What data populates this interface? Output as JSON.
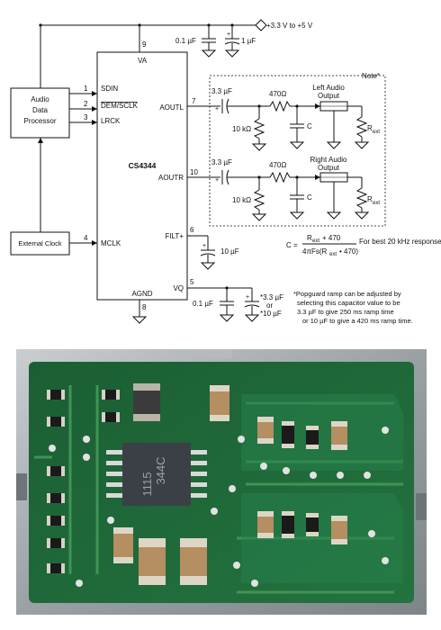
{
  "schematic": {
    "supply": "+3.3 V to +5 V",
    "chip": {
      "name": "CS4344",
      "pins": {
        "va": "VA",
        "sdin": "SDIN",
        "dem_sclk": "DEM/SCLK",
        "lrck": "LRCK",
        "mclk": "MCLK",
        "aoutl": "AOUTL",
        "aoutr": "AOUTR",
        "filt": "FILT+",
        "vq": "VQ",
        "agnd": "AGND"
      },
      "pin_numbers": {
        "sdin": "1",
        "dem_sclk": "2",
        "lrck": "3",
        "mclk": "4",
        "vq": "5",
        "filt": "6",
        "aoutl": "7",
        "agnd": "8",
        "va": "9",
        "aoutr": "10"
      }
    },
    "audio_processor": [
      "Audio",
      "Data",
      "Processor"
    ],
    "external_clock": "External Clock",
    "note": "Note*",
    "left_output": [
      "Left Audio",
      "Output"
    ],
    "right_output": [
      "Right Audio",
      "Output"
    ],
    "components": {
      "c_supply_01": "0.1 µF",
      "c_supply_1": "1 µF",
      "c_out_33": "3.3 µF",
      "r_470": "470Ω",
      "r_10k": "10 kΩ",
      "c_label": "C",
      "r_ext": "R",
      "r_ext_sub": "ext",
      "c_filt_10": "10 µF",
      "c_vq_01": "0.1 µF",
      "c_vq_33": "*3.3 µF",
      "c_vq_or": "or",
      "c_vq_10": "*10 µF"
    },
    "formula": {
      "lhs": "C =",
      "numerator": "R",
      "numerator_sub": "ext",
      "numerator_rest": " + 470",
      "denominator": "4πFs(R",
      "denominator_sub": "ext",
      "denominator_rest": " • 470)",
      "note": "For best 20 kHz response"
    },
    "popguard_note": [
      "*Popguard ramp can be adjusted by",
      "selecting this capacitor value to be",
      "3.3 µF to give 250 ms ramp time",
      "or 10 µF to give a 420 ms ramp time."
    ]
  },
  "photo": {
    "chip_marking": [
      "344C",
      "1115"
    ],
    "colors": {
      "pcb": "#1f6a3a",
      "metal": "#a3a9ad"
    }
  }
}
